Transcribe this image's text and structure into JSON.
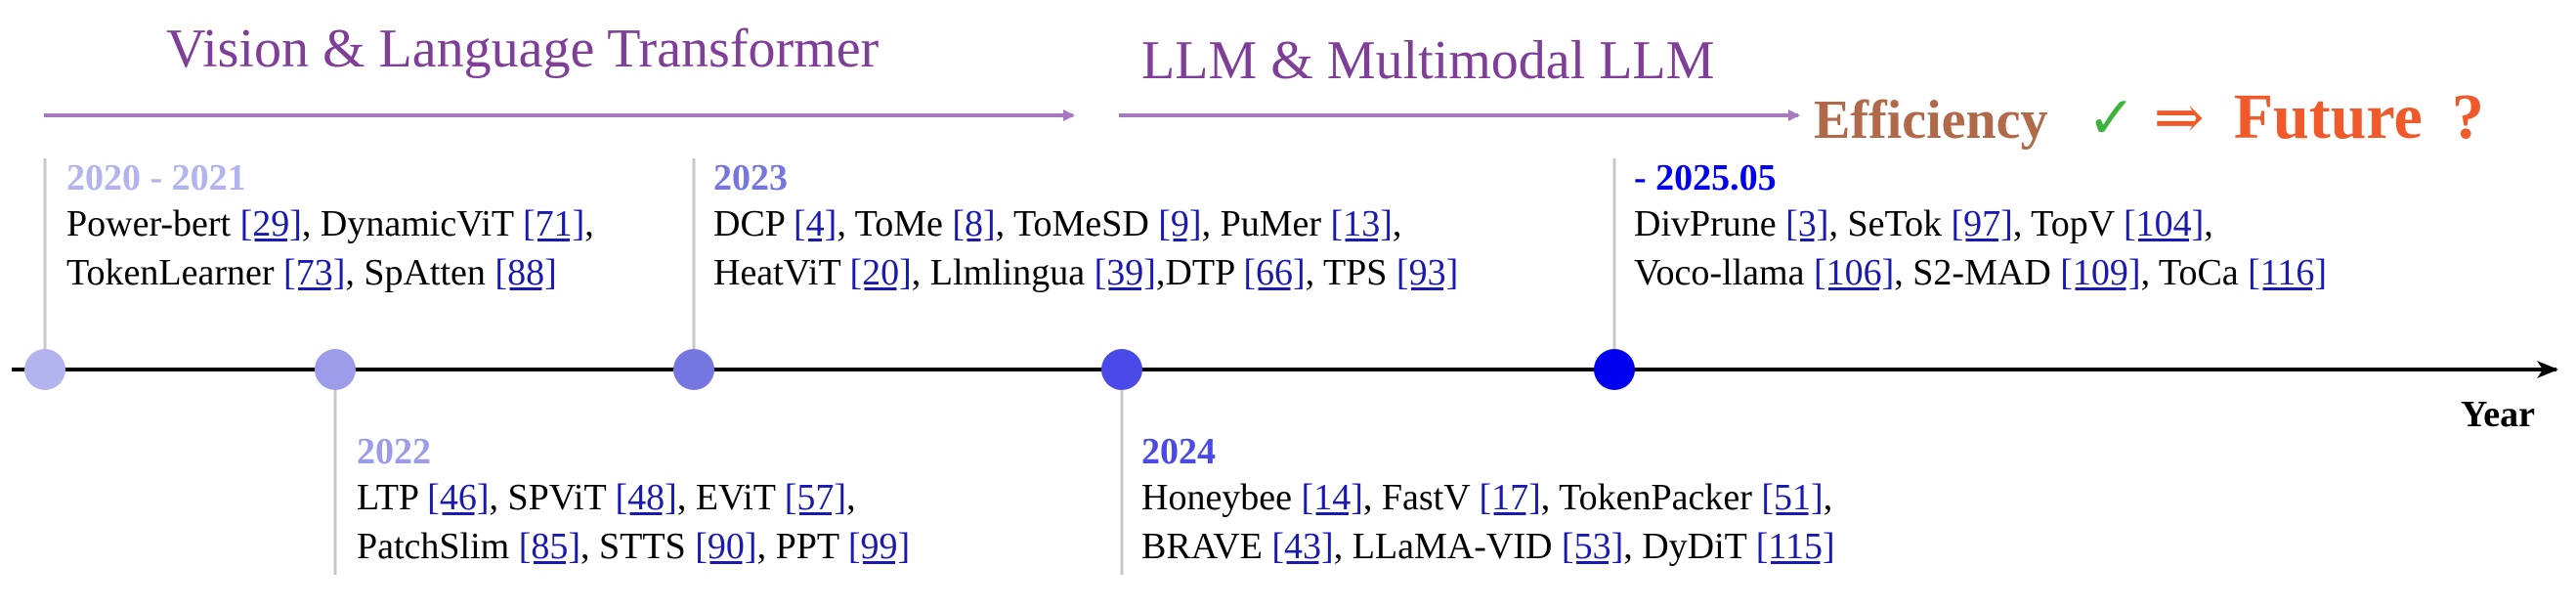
{
  "headers": {
    "vision_language": "Vision & Language Transformer",
    "llm_multimodal": "LLM & Multimodal LLM",
    "efficiency": "Efficiency",
    "check": "✓",
    "implies": "⇒",
    "future": "Future",
    "question": "?"
  },
  "axis_label": "Year",
  "colors": {
    "era_text": "#7f3f98",
    "era_arrow": "#a77ac0",
    "efficiency": "#b06a4a",
    "check": "#3cb43c",
    "future": "#f05a2a",
    "ref_link": "#1a1ab0",
    "leader_line": "#c8c8c8",
    "axis": "#000000"
  },
  "periods": [
    {
      "label": "2020 - 2021",
      "color": "#b3b3ee",
      "lines": [
        [
          {
            "t": "Power-bert "
          },
          {
            "r": "[29]"
          },
          {
            "t": ", DynamicViT "
          },
          {
            "r": "[71]"
          },
          {
            "t": ","
          }
        ],
        [
          {
            "t": "TokenLearner "
          },
          {
            "r": "[73]"
          },
          {
            "t": ", SpAtten "
          },
          {
            "r": "[88]"
          }
        ]
      ]
    },
    {
      "label": "2022",
      "color": "#9c9ce8",
      "lines": [
        [
          {
            "t": "LTP "
          },
          {
            "r": "[46]"
          },
          {
            "t": ", SPViT "
          },
          {
            "r": "[48]"
          },
          {
            "t": ", EViT "
          },
          {
            "r": "[57]"
          },
          {
            "t": ","
          }
        ],
        [
          {
            "t": "PatchSlim "
          },
          {
            "r": "[85]"
          },
          {
            "t": ", STTS "
          },
          {
            "r": "[90]"
          },
          {
            "t": ", PPT "
          },
          {
            "r": "[99]"
          }
        ]
      ]
    },
    {
      "label": "2023",
      "color": "#7676e0",
      "lines": [
        [
          {
            "t": "DCP "
          },
          {
            "r": "[4]"
          },
          {
            "t": ", ToMe "
          },
          {
            "r": "[8]"
          },
          {
            "t": ", ToMeSD "
          },
          {
            "r": "[9]"
          },
          {
            "t": ", PuMer "
          },
          {
            "r": "[13]"
          },
          {
            "t": ","
          }
        ],
        [
          {
            "t": "HeatViT "
          },
          {
            "r": "[20]"
          },
          {
            "t": ", Llmlingua "
          },
          {
            "r": "[39]"
          },
          {
            "t": ",DTP "
          },
          {
            "r": "[66]"
          },
          {
            "t": ", TPS "
          },
          {
            "r": "[93]"
          }
        ]
      ]
    },
    {
      "label": "2024",
      "color": "#4a4ae8",
      "lines": [
        [
          {
            "t": "Honeybee "
          },
          {
            "r": "[14]"
          },
          {
            "t": ", FastV "
          },
          {
            "r": "[17]"
          },
          {
            "t": ", TokenPacker "
          },
          {
            "r": "[51]"
          },
          {
            "t": ","
          }
        ],
        [
          {
            "t": "BRAVE "
          },
          {
            "r": "[43]"
          },
          {
            "t": ", LLaMA-VID "
          },
          {
            "r": "[53]"
          },
          {
            "t": ", DyDiT "
          },
          {
            "r": "[115]"
          }
        ]
      ]
    },
    {
      "label": "- 2025.05",
      "color": "#0000ee",
      "lines": [
        [
          {
            "t": "DivPrune "
          },
          {
            "r": "[3]"
          },
          {
            "t": ", SeTok "
          },
          {
            "r": "[97]"
          },
          {
            "t": ", TopV "
          },
          {
            "r": "[104]"
          },
          {
            "t": ","
          }
        ],
        [
          {
            "t": "Voco-llama "
          },
          {
            "r": "[106]"
          },
          {
            "t": ", S2-MAD "
          },
          {
            "r": "[109]"
          },
          {
            "t": ", ToCa "
          },
          {
            "r": "[116]"
          }
        ]
      ]
    }
  ]
}
